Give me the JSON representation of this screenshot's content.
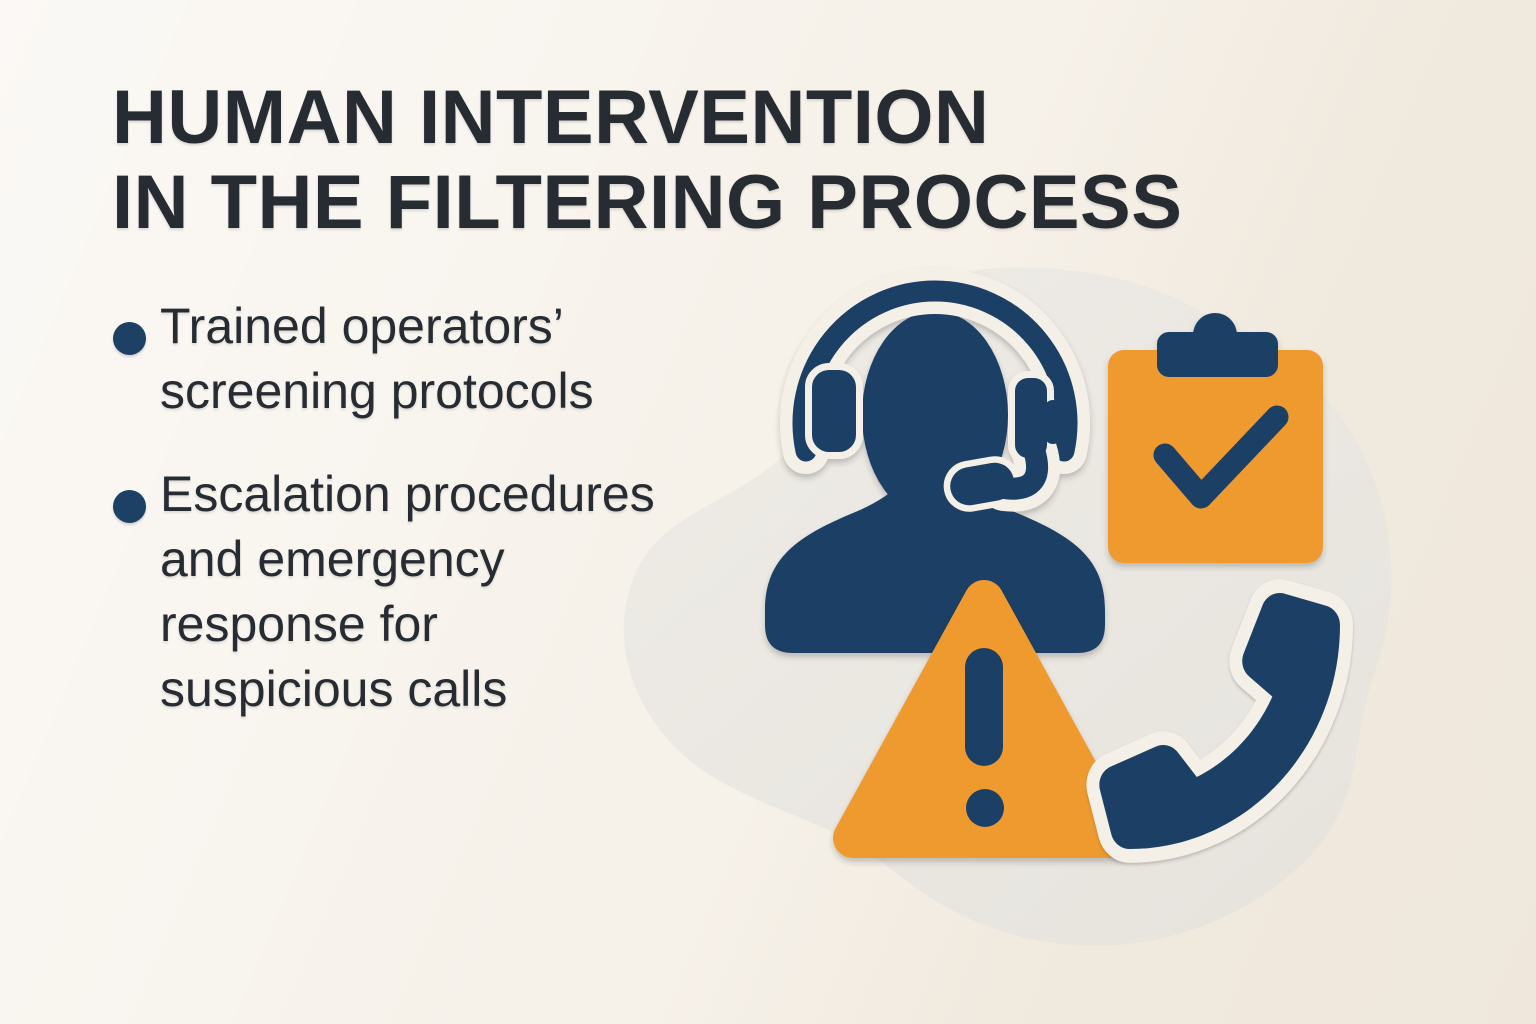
{
  "title": {
    "lines": [
      "HUMAN INTERVENTION",
      "IN THE FILTERING PROCESS"
    ]
  },
  "bullets": [
    {
      "lines": [
        "Trained operators’",
        "screening protocols"
      ]
    },
    {
      "lines": [
        "Escalation procedures",
        "and emergency",
        "response for",
        "suspicious calls"
      ]
    }
  ],
  "illustration": {
    "icons": [
      {
        "name": "headset-operator-icon"
      },
      {
        "name": "clipboard-check-icon"
      },
      {
        "name": "warning-triangle-icon"
      },
      {
        "name": "phone-handset-icon"
      }
    ]
  },
  "colors": {
    "background": "#f6f1e9",
    "ink": "#272c33",
    "navy": "#1d4065",
    "orange": "#ef9a2e",
    "blob_light": "#efece7",
    "blob_dark": "#e6e3dd",
    "halo": "#f5f0e7"
  }
}
